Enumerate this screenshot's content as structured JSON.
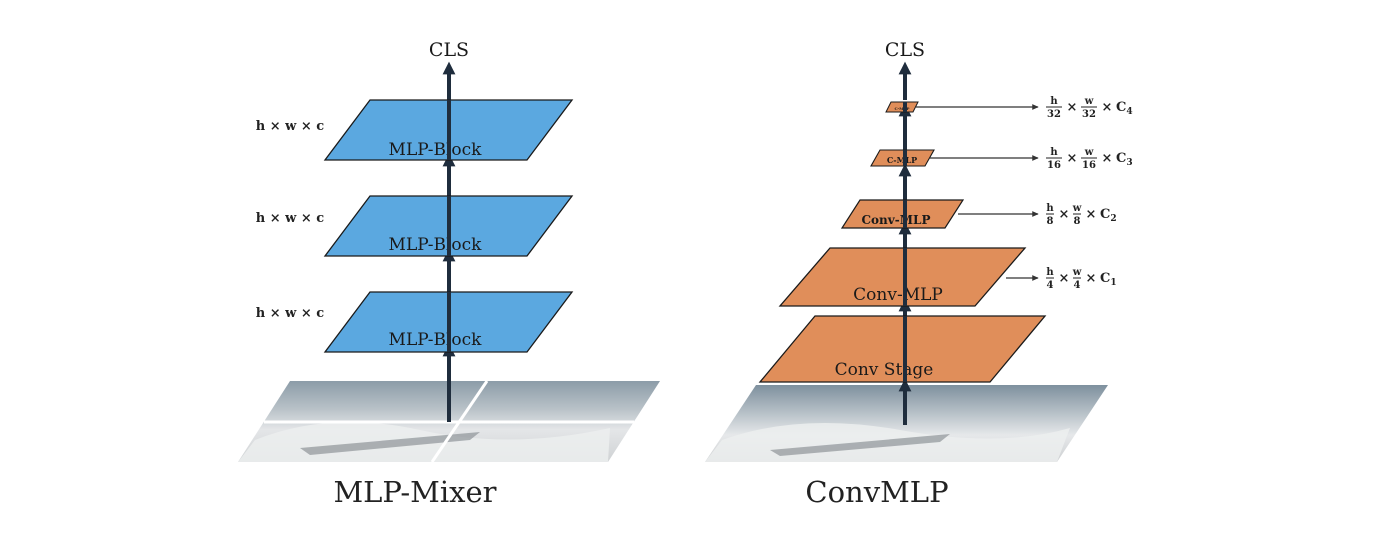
{
  "colors": {
    "blue_block": "#5ba8e0",
    "orange_block": "#e08e5a",
    "arrow": "#1f2d3d",
    "stroke": "#1a1a1a"
  },
  "mixer": {
    "caption": "MLP-Mixer",
    "output": "CLS",
    "blocks": [
      {
        "label": "MLP-Block",
        "dim": "h × w × c"
      },
      {
        "label": "MLP-Block",
        "dim": "h × w × c"
      },
      {
        "label": "MLP-Block",
        "dim": "h × w × c"
      }
    ]
  },
  "convmlp": {
    "caption": "ConvMLP",
    "output": "CLS",
    "stem_label": "Conv Stage",
    "stages": [
      {
        "label": "Conv-MLP",
        "frac_h": "h",
        "frac_w": "w",
        "den": "4",
        "channel": "C",
        "sub": "1"
      },
      {
        "label": "Conv-MLP",
        "frac_h": "h",
        "frac_w": "w",
        "den": "8",
        "channel": "C",
        "sub": "2"
      },
      {
        "label": "C-MLP",
        "frac_h": "h",
        "frac_w": "w",
        "den": "16",
        "channel": "C",
        "sub": "3"
      },
      {
        "label": "C-MLP",
        "frac_h": "h",
        "frac_w": "w",
        "den": "32",
        "channel": "C",
        "sub": "4"
      }
    ],
    "times": "×"
  }
}
